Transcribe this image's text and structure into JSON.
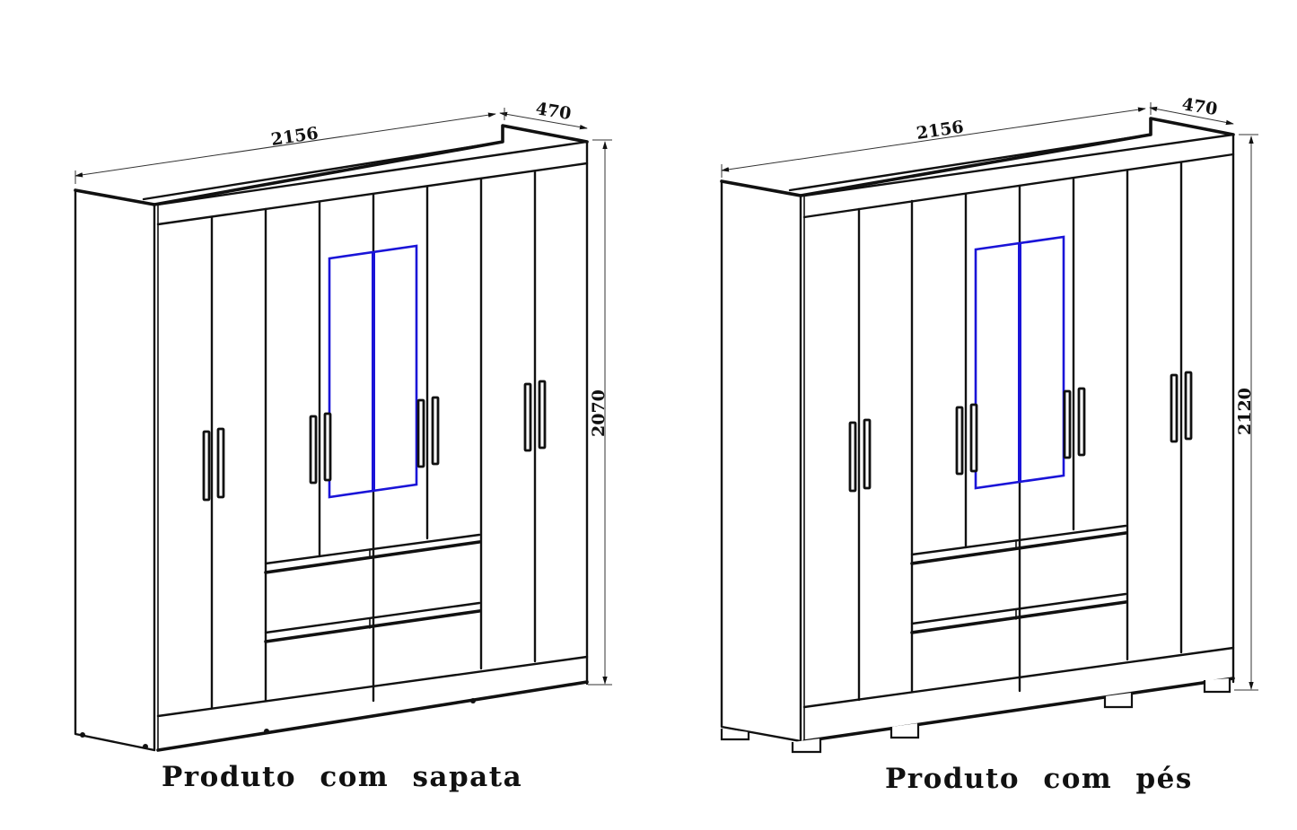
{
  "drawings": [
    {
      "id": "sapata",
      "caption": "Produto com sapata",
      "dimensions": {
        "width": "2156",
        "depth": "470",
        "height": "2070"
      },
      "base_type": "sapata",
      "doors": 8,
      "mirror_doors": 2,
      "drawers": 4,
      "colors": {
        "line": "#111111",
        "mirror": "#1a14d8"
      }
    },
    {
      "id": "pes",
      "caption": "Produto com pés",
      "dimensions": {
        "width": "2156",
        "depth": "470",
        "height": "2120"
      },
      "base_type": "pés",
      "doors": 8,
      "mirror_doors": 2,
      "drawers": 4,
      "colors": {
        "line": "#111111",
        "mirror": "#1a14d8"
      }
    }
  ]
}
